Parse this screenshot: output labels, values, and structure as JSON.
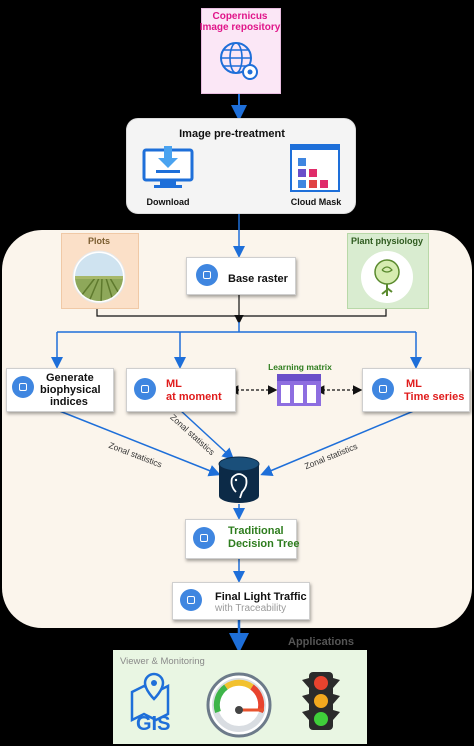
{
  "source": {
    "title_line1": "Copernicus",
    "title_line2": "Image repository",
    "icon": "globe-gear-icon"
  },
  "pretreatment": {
    "title": "Image pre-treatment",
    "download_label": "Download",
    "cloud_label": "Cloud Mask"
  },
  "inputs": {
    "plots_label": "Plots",
    "physiology_label": "Plant physiology",
    "base_raster_label": "Base raster"
  },
  "processing": {
    "generate_line1": "Generate",
    "generate_line2": "biophysical",
    "generate_line3": "indices",
    "ml_now_line1": "ML",
    "ml_now_line2": "at moment",
    "ml_ts_line1": "ML",
    "ml_ts_line2": "Time series",
    "learning_matrix_label": "Learning matrix"
  },
  "edges": {
    "zonal_label": "Zonal statistics"
  },
  "decision": {
    "line1": "Traditional",
    "line2": "Decision Tree"
  },
  "final": {
    "line1": "Final Light Traffic",
    "line2": "with Traceability"
  },
  "applications": {
    "title": "Applications",
    "viewer_label": "Viewer & Monitoring",
    "gis_label": "GIS"
  },
  "colors": {
    "accent_blue": "#1e6fd9",
    "magenta": "#e0168a",
    "red": "#e01b1b",
    "green": "#2e7d1e",
    "panel_bg": "#fbf5ec",
    "apps_bg": "#e9f6e3"
  }
}
